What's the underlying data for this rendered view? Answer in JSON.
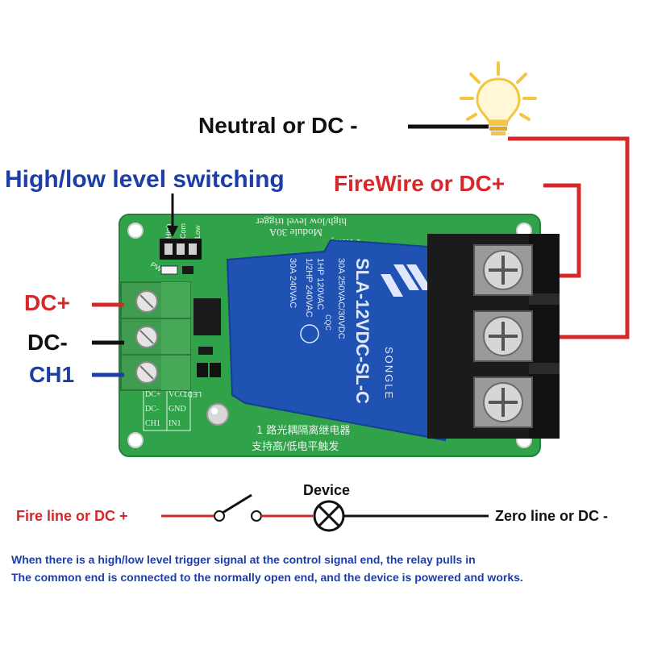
{
  "labels": {
    "neutral": "Neutral or DC -",
    "firewire": "FireWire or DC+",
    "high_low": "High/low level switching",
    "dc_plus": "DC+",
    "dc_minus": "DC-",
    "ch1": "CH1",
    "device": "Device",
    "fire_line": "Fire line or DC +",
    "zero_line": "Zero line or DC -"
  },
  "note": {
    "line1": "When there is a high/low level trigger signal at the control signal end, the relay pulls in",
    "line2": "The common end is connected to the normally open end, and the device is powered and works."
  },
  "board": {
    "silk_top_1": "1 Relay",
    "silk_top_2": "Module 30A",
    "silk_top_3": "high/low level trigger",
    "silk_bottom_1": "1 路光耦隔离继电器",
    "silk_bottom_2": "支持高/低电平触发",
    "jumper_low": "Low",
    "jumper_com": "Com",
    "jumper_high": "High",
    "pwr": "PWR",
    "led1": "LED1",
    "pin_left": [
      "DC+",
      "DC-",
      "CH1"
    ],
    "pin_right": [
      "VCC",
      "GND",
      "IN1"
    ]
  },
  "relay": {
    "model": "SLA-12VDC-SL-C",
    "brand": "SONGLE",
    "rating_1": "30A 250VAC/30VDC",
    "rating_2": "1HP 120VAC",
    "rating_3": "1/2HP 240VAC",
    "rating_4": "30A 240VAC",
    "cqc": "CQC"
  },
  "colors": {
    "fire": "#d4282a",
    "neutral": "#111111",
    "signal": "#1c3ea6",
    "pcb": "#2fa24a",
    "relay": "#1f52b3",
    "terminal_green": "#3f9b4f",
    "terminal_black": "#1b1b1b",
    "bulb": "#f5c542"
  },
  "icons": {
    "bulb": "light-bulb-icon",
    "switch": "switch-icon",
    "device": "lamp-device-icon"
  }
}
